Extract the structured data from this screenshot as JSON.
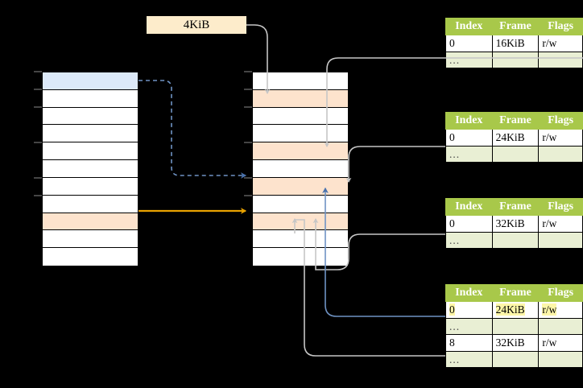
{
  "diagram": {
    "title_label": "4KiB",
    "page_size_label": "4KiB",
    "left_table": {
      "name": "virtual-address-space",
      "row_count": 11,
      "rows": [
        {
          "fill": "blue",
          "label": ""
        },
        {
          "fill": "white",
          "label": ""
        },
        {
          "fill": "white",
          "label": ""
        },
        {
          "fill": "white",
          "label": ""
        },
        {
          "fill": "white",
          "label": ""
        },
        {
          "fill": "white",
          "label": ""
        },
        {
          "fill": "white",
          "label": ""
        },
        {
          "fill": "white",
          "label": ""
        },
        {
          "fill": "peach",
          "label": ""
        },
        {
          "fill": "white",
          "label": ""
        },
        {
          "fill": "white",
          "label": ""
        }
      ]
    },
    "middle_table": {
      "name": "physical-address-space",
      "row_count": 11,
      "rows": [
        {
          "fill": "white",
          "label": ""
        },
        {
          "fill": "peach",
          "label": ""
        },
        {
          "fill": "white",
          "label": ""
        },
        {
          "fill": "white",
          "label": ""
        },
        {
          "fill": "peach",
          "label": ""
        },
        {
          "fill": "white",
          "label": ""
        },
        {
          "fill": "peach",
          "label": ""
        },
        {
          "fill": "white",
          "label": ""
        },
        {
          "fill": "peach",
          "label": ""
        },
        {
          "fill": "white",
          "label": ""
        },
        {
          "fill": "white",
          "label": ""
        }
      ]
    },
    "page_tables": [
      {
        "name": "page-table-1",
        "headers": [
          "Index",
          "Frame",
          "Flags"
        ],
        "rows": [
          {
            "type": "data",
            "index": "0",
            "frame": "16KiB",
            "flags": "r/w",
            "highlight": false
          },
          {
            "type": "ellipsis",
            "index": "...",
            "frame": "",
            "flags": "",
            "highlight": false
          }
        ]
      },
      {
        "name": "page-table-2",
        "headers": [
          "Index",
          "Frame",
          "Flags"
        ],
        "rows": [
          {
            "type": "data",
            "index": "0",
            "frame": "24KiB",
            "flags": "r/w",
            "highlight": false
          },
          {
            "type": "ellipsis",
            "index": "...",
            "frame": "",
            "flags": "",
            "highlight": false
          }
        ]
      },
      {
        "name": "page-table-3",
        "headers": [
          "Index",
          "Frame",
          "Flags"
        ],
        "rows": [
          {
            "type": "data",
            "index": "0",
            "frame": "32KiB",
            "flags": "r/w",
            "highlight": false
          },
          {
            "type": "ellipsis",
            "index": "...",
            "frame": "",
            "flags": "",
            "highlight": false
          }
        ]
      },
      {
        "name": "page-table-4",
        "headers": [
          "Index",
          "Frame",
          "Flags"
        ],
        "rows": [
          {
            "type": "data",
            "index": "0",
            "frame": "24KiB",
            "flags": "r/w",
            "highlight": true
          },
          {
            "type": "ellipsis",
            "index": "...",
            "frame": "",
            "flags": "",
            "highlight": false
          },
          {
            "type": "data",
            "index": "8",
            "frame": "32KiB",
            "flags": "r/w",
            "highlight": false
          },
          {
            "type": "ellipsis",
            "index": "...",
            "frame": "",
            "flags": "",
            "highlight": false
          }
        ]
      }
    ],
    "colors": {
      "header_green": "#a8c84a",
      "ellipsis_green": "#e9efd4",
      "peach": "#fde3cd",
      "blue_row": "#dce9f9",
      "label_bg": "#fdeccb",
      "highlight_yellow": "#fdf6a8",
      "arrow_blue": "#5b84bd",
      "arrow_orange": "#e8a200",
      "wire_gray": "#b3b3b3",
      "background": "#000000"
    },
    "connectors": [
      {
        "name": "dashed-blue-vaddr-to-paddr",
        "style": "dashed",
        "color": "#5b84bd"
      },
      {
        "name": "solid-orange-vaddr-to-paddr",
        "style": "solid",
        "color": "#e8a200"
      },
      {
        "name": "solid-blue-pagetable4-to-paddr",
        "style": "solid",
        "color": "#5b84bd"
      },
      {
        "name": "gray-pagesize-to-frame",
        "style": "solid",
        "color": "#b3b3b3"
      },
      {
        "name": "gray-pagetable1-to-frame",
        "style": "solid",
        "color": "#b3b3b3"
      },
      {
        "name": "gray-pagetable2-to-frame",
        "style": "solid",
        "color": "#b3b3b3"
      },
      {
        "name": "gray-pagetable3-to-frame",
        "style": "solid",
        "color": "#b3b3b3"
      },
      {
        "name": "gray-pagetable4-row8-to-frame",
        "style": "solid",
        "color": "#b3b3b3"
      }
    ]
  }
}
